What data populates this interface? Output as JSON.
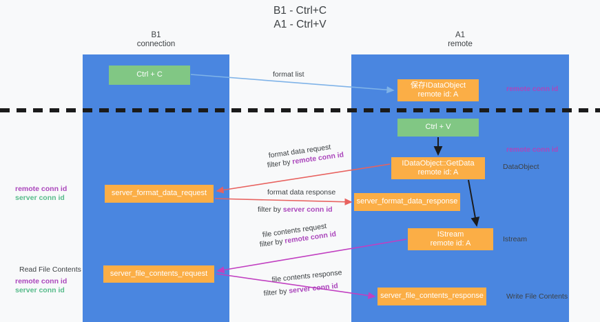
{
  "diagram": {
    "title": "B1 - Ctrl+C\nA1 - Ctrl+V",
    "lanes": [
      {
        "name": "b1",
        "heading": "B1\nconnection",
        "color": "#4a86e0"
      },
      {
        "name": "a1",
        "heading": "A1\nremote",
        "color": "#4a86e0"
      }
    ],
    "nodes": {
      "ctrl_c": "Ctrl + C",
      "save_idataobject": "保存IDataObject\nremote id: A",
      "ctrl_v": "Ctrl + V",
      "getdata": "IDataObject::GetData\nremote id: A",
      "server_format_data_request": "server_format_data_request",
      "server_format_data_response": "server_format_data_response",
      "istream": "IStream\nremote id: A",
      "server_file_contents_request": "server_file_contents_request",
      "server_file_contents_response": "server_file_contents_response"
    },
    "edges": {
      "format_list": "format list",
      "format_data_request": "format data request",
      "format_data_request_filter_prefix": "filter by ",
      "format_data_request_filter_key": "remote conn id",
      "format_data_response": "format data response",
      "format_data_response_filter_prefix": "filter by ",
      "format_data_response_filter_key": "server conn id",
      "file_contents_request": "file contents request",
      "file_contents_request_filter_prefix": "filter by ",
      "file_contents_request_filter_key": "remote conn id",
      "file_contents_response": "file contents response",
      "file_contents_response_filter_prefix": "filter by ",
      "file_contents_response_filter_key": "server conn id"
    },
    "annotations": {
      "right_remote_conn_id_top": "remote conn id",
      "right_remote_conn_id_mid": "remote conn id",
      "right_dataobject": "DataObject",
      "right_istream": "Istream",
      "right_write_file_contents": "Write File Contents",
      "left_remote_conn_id_mid": "remote conn id",
      "left_server_conn_id_mid": "server conn id",
      "left_read_file_contents": "Read File Contents",
      "left_remote_conn_id_bottom": "remote conn id",
      "left_server_conn_id_bottom": "server conn id"
    },
    "colors": {
      "lane": "#4a86e0",
      "green_node": "#81c784",
      "orange_node": "#fbae46",
      "remote_conn_id": "#ab47bc",
      "server_conn_id": "#57bb8a",
      "arrow_blue": "#7fb3e8",
      "arrow_red": "#e8625f",
      "arrow_magenta": "#c13fc1",
      "arrow_black": "#1b1b1b",
      "divider": "#1b1b1b"
    }
  }
}
